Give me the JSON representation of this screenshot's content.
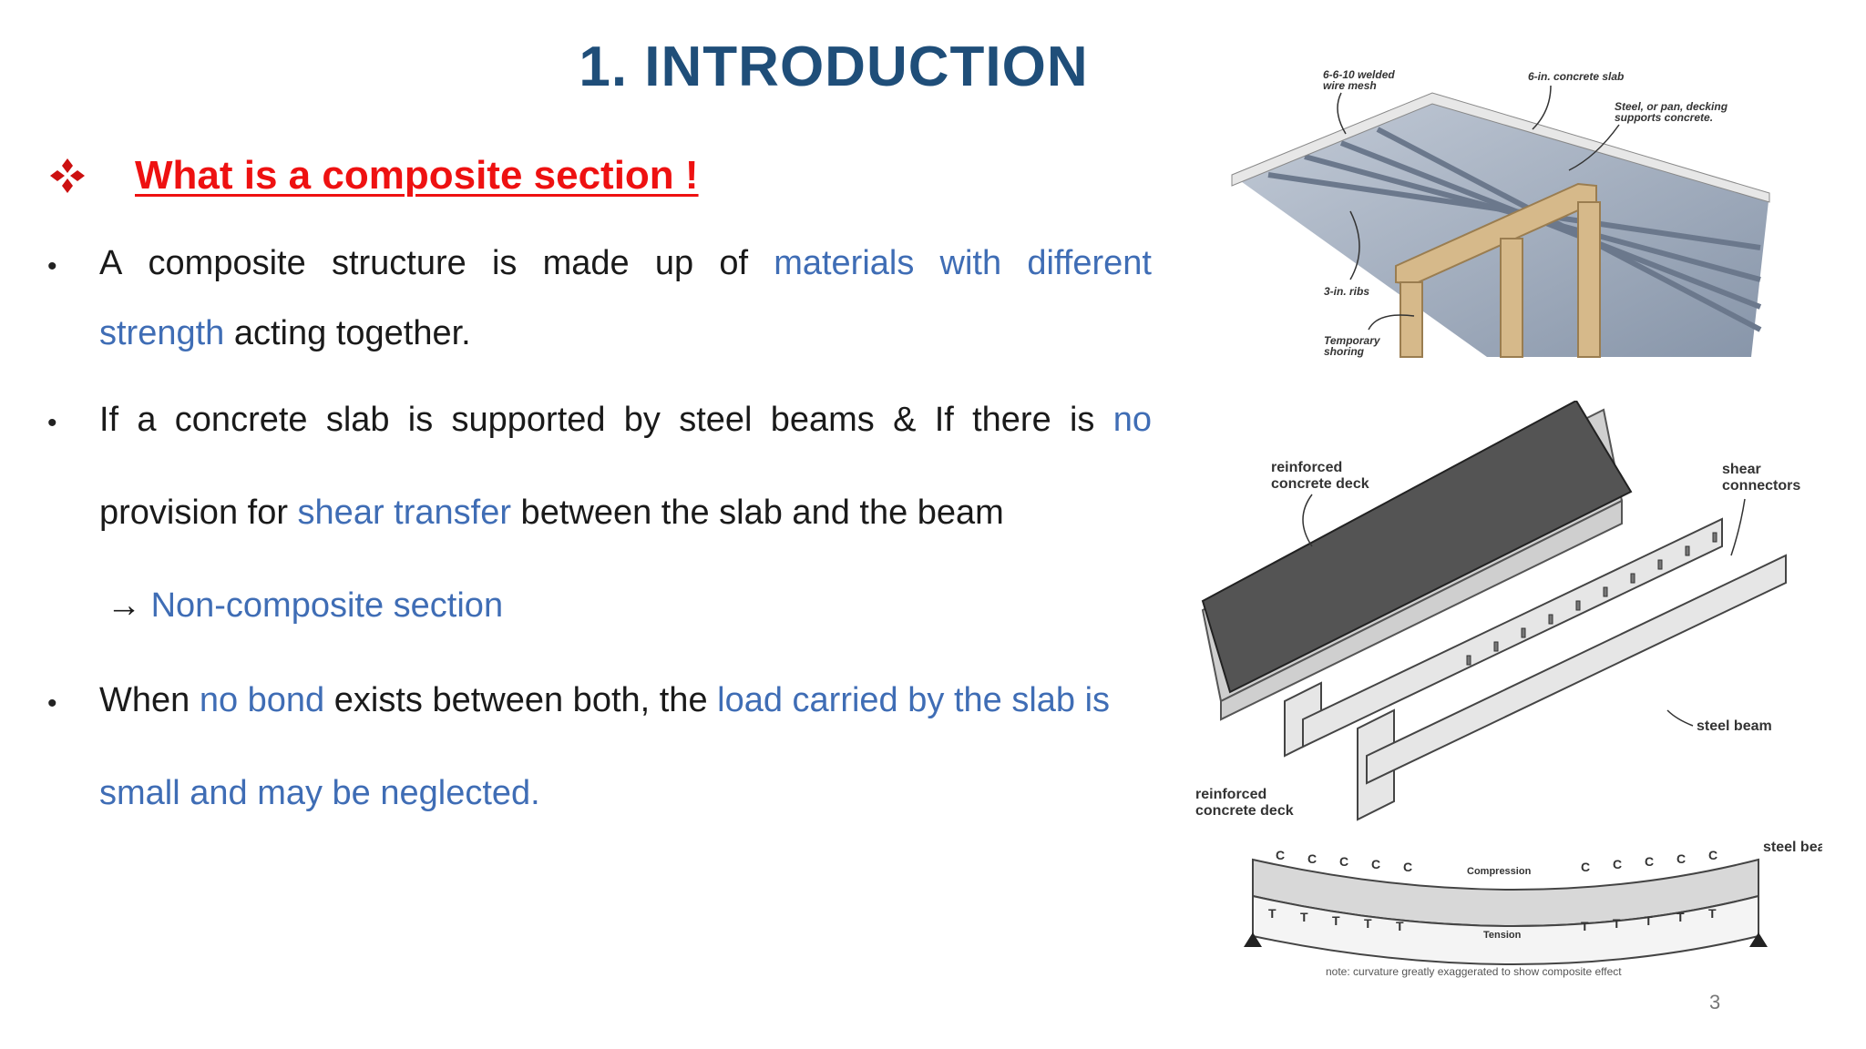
{
  "slide": {
    "title": "1. INTRODUCTION",
    "heading": "What is a composite section !",
    "page_number": "3"
  },
  "bullets": {
    "b1": {
      "l1": [
        "A",
        "composite",
        "structure",
        "is",
        "made",
        "up",
        "of"
      ],
      "l1_hl": [
        "materials",
        "with",
        "different"
      ],
      "l2_hl": "strength",
      "l2": " acting together."
    },
    "b2": {
      "l1": [
        "If",
        "a",
        "concrete",
        "slab",
        "is",
        "supported",
        "by",
        "steel",
        "beams",
        "&",
        "If",
        "there",
        "is"
      ],
      "l1_hl": "no",
      "l2a": "provision for ",
      "l2_hl": "shear transfer",
      "l2b": " between the slab and the beam",
      "arrow": "→",
      "l3_hl": "Non-composite section"
    },
    "b3": {
      "a": "When ",
      "hl1": "no bond",
      "b": " exists between both, the ",
      "hl2": "load carried by the slab is",
      "l2_hl": "small and may be neglected."
    }
  },
  "figure_top": {
    "label_mesh": [
      "6-6-10 welded",
      "wire mesh"
    ],
    "label_slab": "6-in. concrete slab",
    "label_deck": [
      "Steel, or pan, decking",
      "supports concrete."
    ],
    "label_ribs": "3-in. ribs",
    "label_shoring": [
      "Temporary",
      "shoring"
    ]
  },
  "figure_mid": {
    "label_deck": [
      "reinforced",
      "concrete deck"
    ],
    "label_connectors": [
      "shear",
      "connectors"
    ],
    "label_beam": "steel beam"
  },
  "figure_bottom": {
    "label_deck": [
      "reinforced",
      "concrete deck"
    ],
    "label_beam": "steel beam",
    "compression": "Compression",
    "tension": "Tension",
    "c": "C",
    "t": "T",
    "note": "note: curvature greatly exaggerated to show composite effect"
  },
  "colors": {
    "title": "#1f4e79",
    "heading": "#ee1111",
    "highlight": "#3f6db5"
  }
}
